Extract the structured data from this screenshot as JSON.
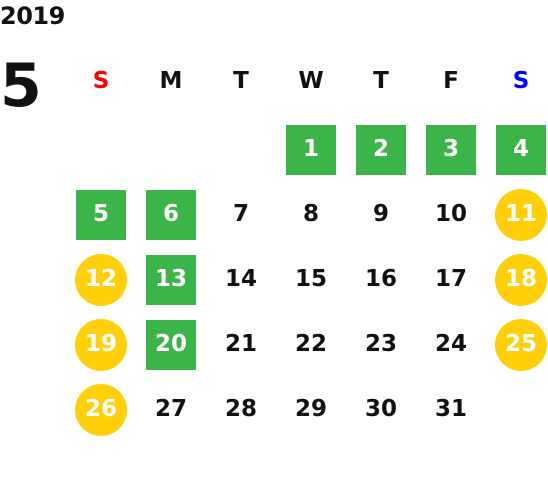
{
  "calendar": {
    "year": "2019",
    "month": "5",
    "weekdays": [
      {
        "label": "S",
        "color": "#ff0000"
      },
      {
        "label": "M",
        "color": "#111111"
      },
      {
        "label": "T",
        "color": "#111111"
      },
      {
        "label": "W",
        "color": "#111111"
      },
      {
        "label": "T",
        "color": "#111111"
      },
      {
        "label": "F",
        "color": "#111111"
      },
      {
        "label": "S",
        "color": "#0000ff"
      }
    ],
    "colors": {
      "holiday_green": "#3bb44a",
      "weekend_yellow": "#ffd00a",
      "sunday_label": "#ff0000",
      "saturday_label": "#0000ff"
    },
    "weeks": [
      [
        null,
        null,
        null,
        {
          "day": "1",
          "style": "green"
        },
        {
          "day": "2",
          "style": "green"
        },
        {
          "day": "3",
          "style": "green"
        },
        {
          "day": "4",
          "style": "green"
        }
      ],
      [
        {
          "day": "5",
          "style": "green"
        },
        {
          "day": "6",
          "style": "green"
        },
        {
          "day": "7",
          "style": "plain"
        },
        {
          "day": "8",
          "style": "plain"
        },
        {
          "day": "9",
          "style": "plain"
        },
        {
          "day": "10",
          "style": "plain"
        },
        {
          "day": "11",
          "style": "yellow"
        }
      ],
      [
        {
          "day": "12",
          "style": "yellow"
        },
        {
          "day": "13",
          "style": "green"
        },
        {
          "day": "14",
          "style": "plain"
        },
        {
          "day": "15",
          "style": "plain"
        },
        {
          "day": "16",
          "style": "plain"
        },
        {
          "day": "17",
          "style": "plain"
        },
        {
          "day": "18",
          "style": "yellow"
        }
      ],
      [
        {
          "day": "19",
          "style": "yellow"
        },
        {
          "day": "20",
          "style": "green"
        },
        {
          "day": "21",
          "style": "plain"
        },
        {
          "day": "22",
          "style": "plain"
        },
        {
          "day": "23",
          "style": "plain"
        },
        {
          "day": "24",
          "style": "plain"
        },
        {
          "day": "25",
          "style": "yellow"
        }
      ],
      [
        {
          "day": "26",
          "style": "yellow"
        },
        {
          "day": "27",
          "style": "plain"
        },
        {
          "day": "28",
          "style": "plain"
        },
        {
          "day": "29",
          "style": "plain"
        },
        {
          "day": "30",
          "style": "plain"
        },
        {
          "day": "31",
          "style": "plain"
        },
        null
      ]
    ]
  }
}
